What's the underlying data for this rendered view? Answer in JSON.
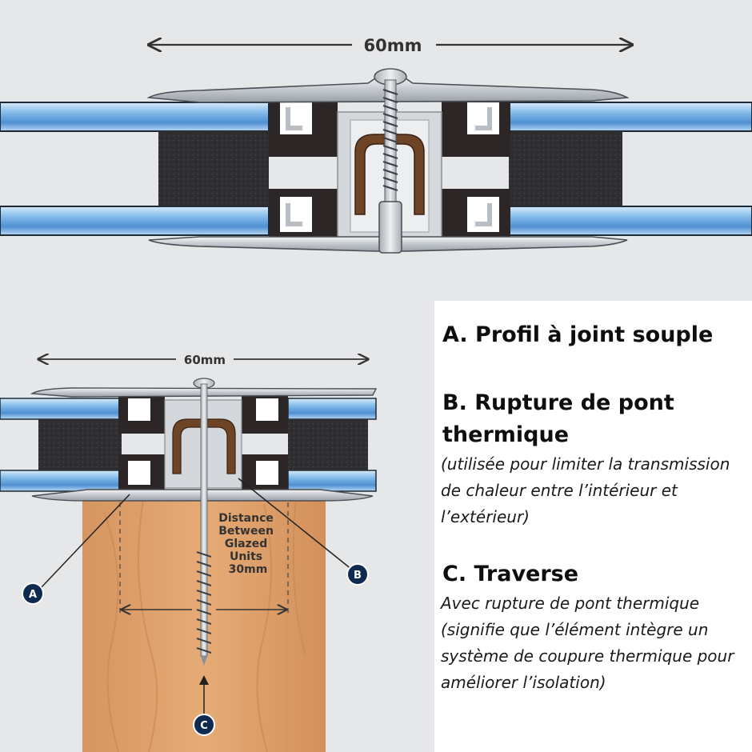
{
  "top_diagram": {
    "dimension_label": "60mm"
  },
  "bottom_diagram": {
    "dimension_label": "60mm",
    "distance_label": [
      "Distance",
      "Between",
      "Glazed",
      "Units",
      "30mm"
    ],
    "callouts": {
      "a": "A",
      "b": "B",
      "c": "C"
    }
  },
  "legend": {
    "a": {
      "title": "A. Profil à joint souple"
    },
    "b": {
      "title": "B. Rupture de pont thermique",
      "description": "(utilisée pour limiter la transmission de chaleur entre l’intérieur et l’extérieur)"
    },
    "c": {
      "title": "C. Traverse",
      "description": "Avec rupture de pont thermique (signifie que l’élément intègre un système de coupure thermique pour améliorer l’isolation)"
    }
  },
  "colors": {
    "glass": "#7fb6e6",
    "spacer": "#333333",
    "aluminium": "#c7ccd2",
    "thermal_break": "#6b4226",
    "timber": "#dfa26c",
    "callout": "#0f2a4f"
  }
}
